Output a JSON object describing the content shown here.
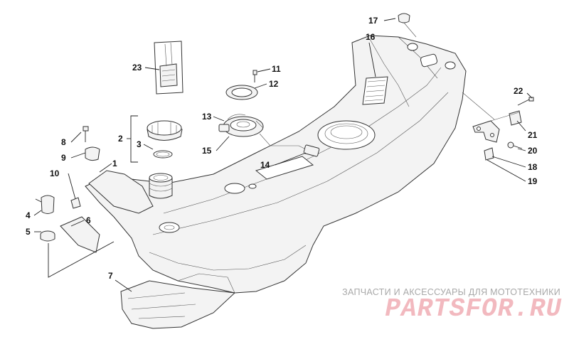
{
  "diagram": {
    "callouts": [
      "1",
      "2",
      "3",
      "4",
      "5",
      "6",
      "7",
      "8",
      "9",
      "10",
      "11",
      "12",
      "13",
      "14",
      "15",
      "16",
      "17",
      "18",
      "19",
      "20",
      "21",
      "22",
      "23"
    ]
  },
  "watermark": {
    "caption": "ЗАПЧАСТИ И АКСЕССУАРЫ ДЛЯ МОТОТЕХНИКИ",
    "logo": "PARTSFOR.RU"
  },
  "colors": {
    "line": "#222222",
    "fill": "#f3f3f3",
    "watermark_text": "#a8a8a8",
    "watermark_logo": "#f2b9bf"
  }
}
